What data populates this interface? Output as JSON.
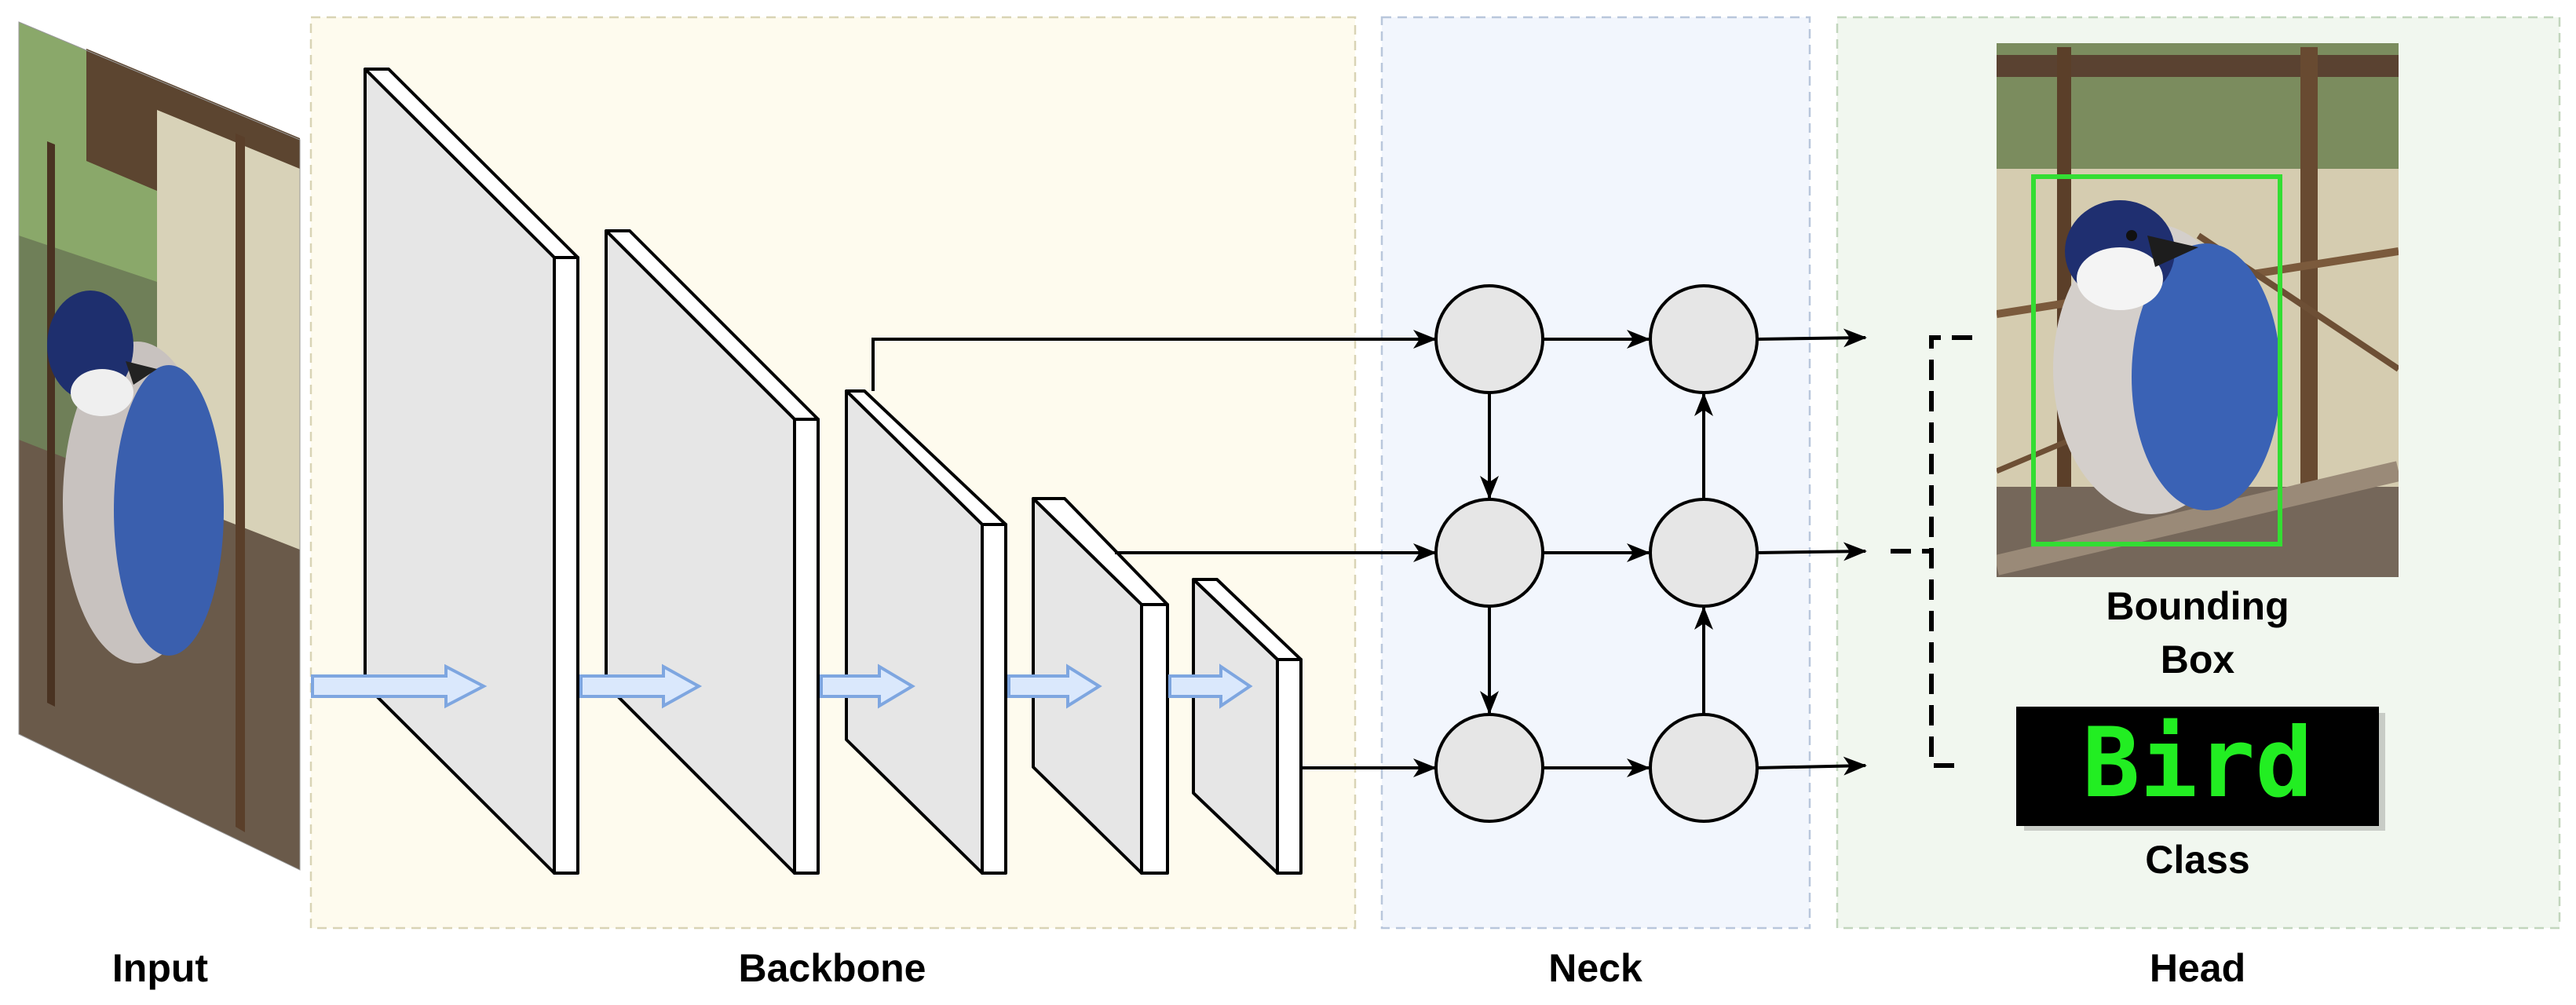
{
  "stages": {
    "input": "Input",
    "backbone": "Backbone",
    "neck": "Neck",
    "head": "Head"
  },
  "outputs": {
    "bbox_label_line1": "Bounding",
    "bbox_label_line2": "Box",
    "class_value": "Bird",
    "class_label": "Class"
  },
  "colors": {
    "backbone_region": "#fefbee",
    "neck_region": "#f2f6fd",
    "head_region": "#f1f7ef",
    "region_border": "#d6d6c0",
    "bbox_stroke": "#33dd33",
    "class_bg": "#000000",
    "class_text": "#22ee22",
    "feature_fill": "#e6e6e6",
    "flow_arrow": "#dae8fc"
  }
}
